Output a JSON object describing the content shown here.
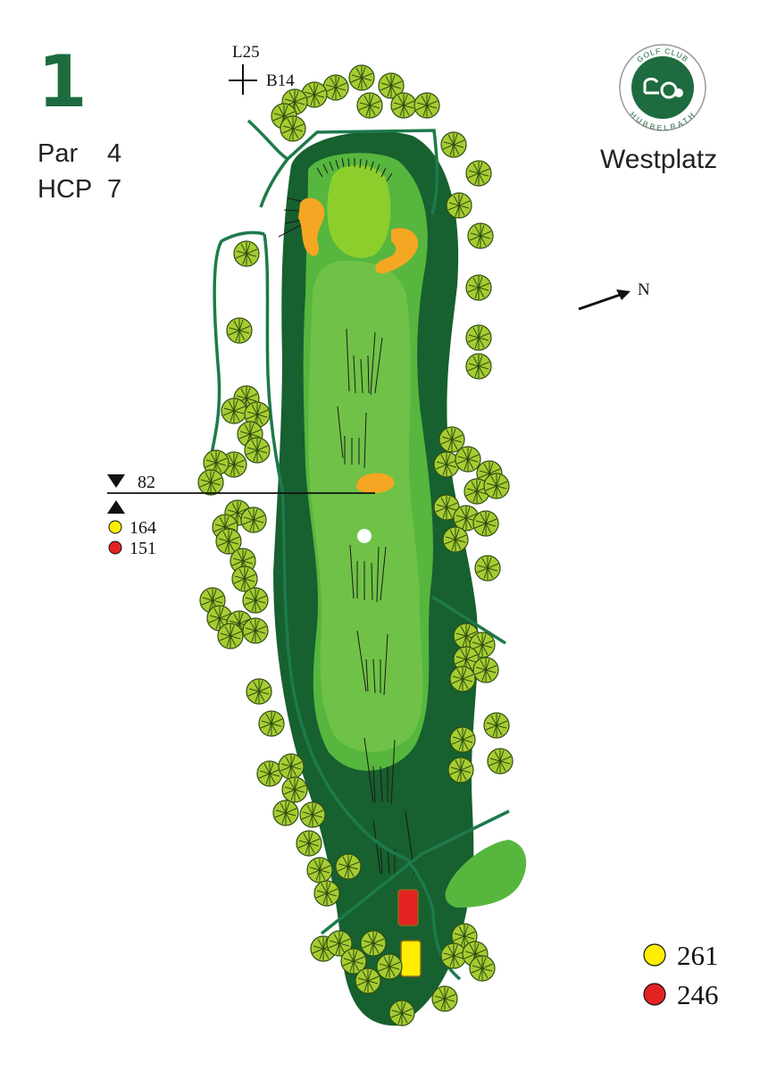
{
  "hole": {
    "number": "1",
    "par_label": "Par",
    "par": "4",
    "hcp_label": "HCP",
    "hcp": "7"
  },
  "club": {
    "logo_text_top": "GOLF CLUB",
    "logo_text_bottom": "HUBBELRATH",
    "course": "Westplatz"
  },
  "pin_marker": {
    "long": "L25",
    "breadth": "B14"
  },
  "compass": {
    "label": "N"
  },
  "layup_marker": {
    "distance": "82",
    "yellow_remaining": "164",
    "red_remaining": "151"
  },
  "tees": [
    {
      "name": "yellow",
      "color": "#ffee00",
      "distance": "261"
    },
    {
      "name": "red",
      "color": "#e32222",
      "distance": "246"
    }
  ],
  "colors": {
    "brand": "#1e6b3f",
    "rough": "#17602f",
    "fairway": "#56b63e",
    "green": "#8cce2c",
    "bunker": "#f5a623",
    "tree": "#a6cc32"
  }
}
